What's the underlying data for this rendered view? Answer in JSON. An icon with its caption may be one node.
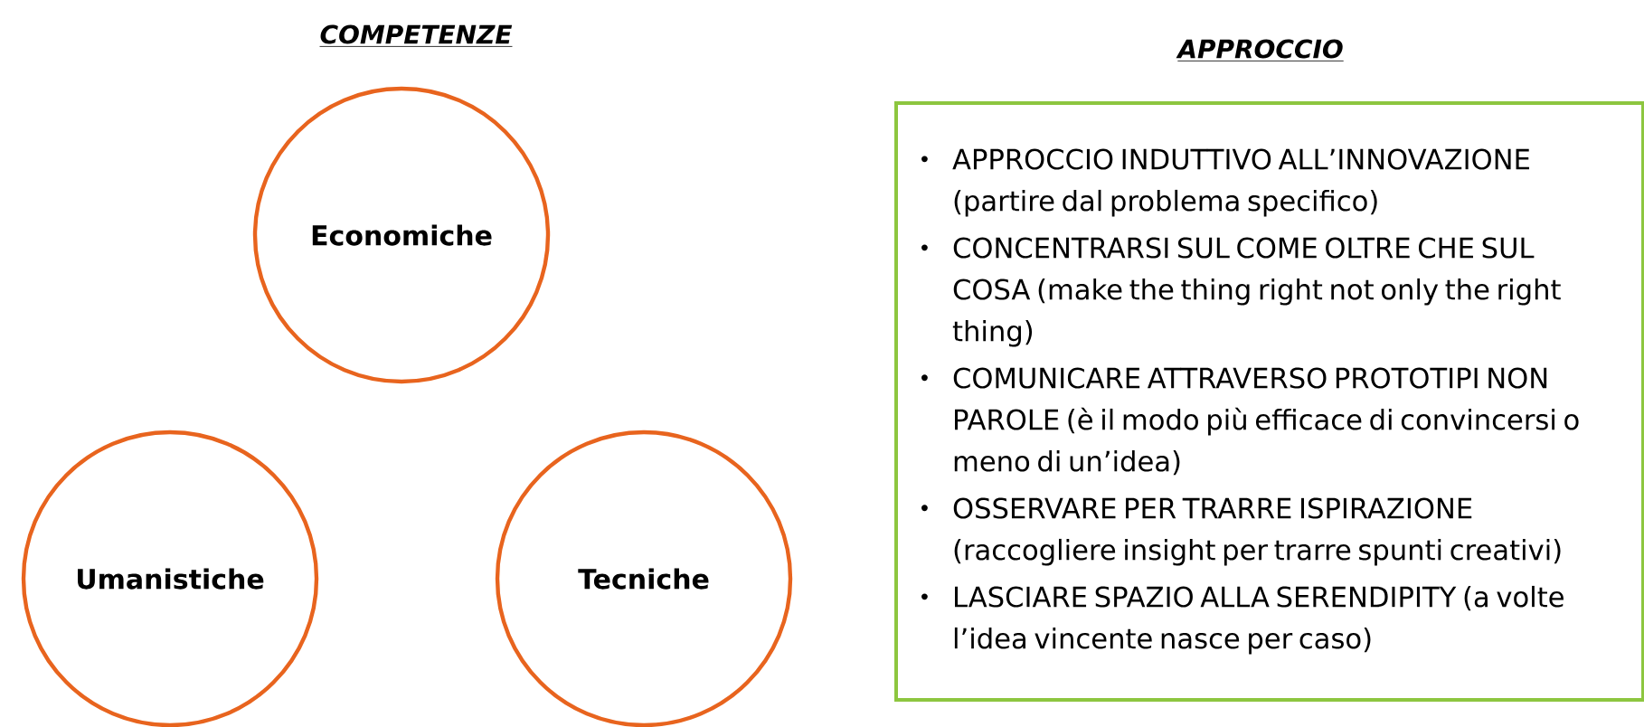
{
  "diagram": {
    "nodes": [
      {
        "text": [
          "Economiche"
        ]
      },
      {
        "text": [
          "Umanistiche"
        ]
      },
      {
        "text": [
          "Tecniche"
        ]
      },
      {
        "text": [
          "APPROCCIO INDUTTIVO ALL’INNOVAZIONE (partire dal problema specifico)",
          "CONCENTRARSI SUL COME OLTRE CHE SUL COSA (make the thing right not only the right thing)",
          "COMUNICARE ATTRAVERSO PROTOTIPI NON PAROLE (è il modo più efficace di convincersi o meno di un’idea)",
          "OSSERVARE PER TRARRE ISPIRAZIONE (raccogliere insight per trarre spunti creativi)",
          "LASCIARE SPAZIO ALLA SERENDIPITY (a volte l’idea vincente nasce per caso)"
        ]
      }
    ],
    "labels": [
      "COMPETENZE",
      "APPROCCIO"
    ]
  }
}
